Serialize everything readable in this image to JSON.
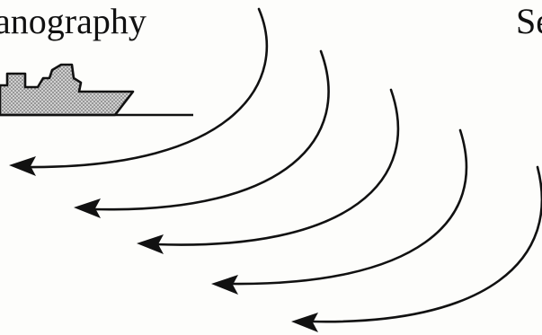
{
  "labels": {
    "left_title": "anography",
    "right_title": "Se"
  },
  "colors": {
    "ink": "#111111",
    "ship_fill": "#bdbdbd",
    "background": "#fdfdfb"
  },
  "figure": {
    "ship": "ship-icon",
    "wave_count": 5
  }
}
